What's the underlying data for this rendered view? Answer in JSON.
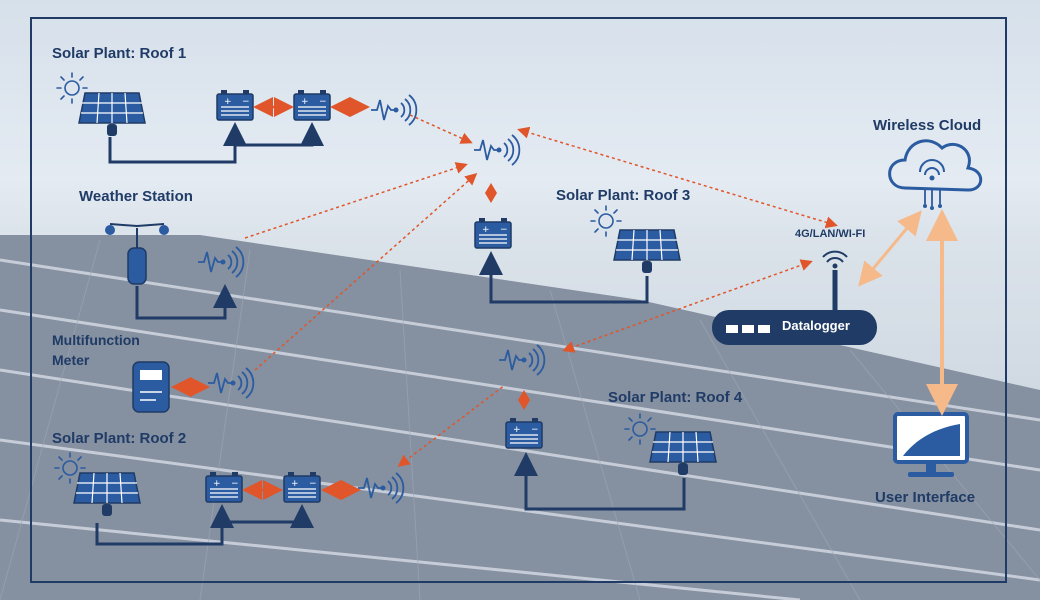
{
  "colors": {
    "navy": "#1f3b66",
    "blue": "#2b5ba0",
    "orange": "#e0552a",
    "peach": "#f5b98a"
  },
  "labels": {
    "roof1": "Solar Plant: Roof 1",
    "roof2": "Solar Plant: Roof 2",
    "roof3": "Solar Plant: Roof 3",
    "roof4": "Solar Plant: Roof 4",
    "weather": "Weather Station",
    "meter_line1": "Multifunction",
    "meter_line2": "Meter",
    "cloud": "Wireless Cloud",
    "network": "4G/LAN/WI-FI",
    "datalogger": "Datalogger",
    "ui": "User Interface"
  },
  "icons": [
    "sun-icon",
    "solar-panel-icon",
    "battery-icon",
    "wireless-signal-icon",
    "anemometer-icon",
    "meter-icon",
    "cloud-icon",
    "wifi-icon",
    "router-icon",
    "monitor-icon"
  ]
}
